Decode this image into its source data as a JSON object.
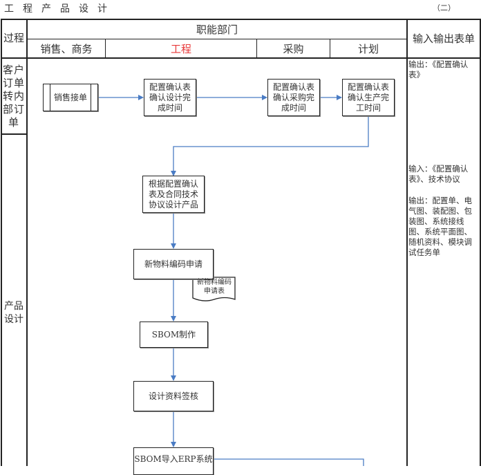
{
  "document": {
    "title": "工程产品设计",
    "page_marker": "（二）"
  },
  "table": {
    "process_header": "过程",
    "departments_header": "职能部门",
    "io_header": "输入输出表单",
    "departments": [
      {
        "label": "销售、商务",
        "highlight": false
      },
      {
        "label": "工程",
        "highlight": true,
        "color": "#e8393a"
      },
      {
        "label": "采购",
        "highlight": false
      },
      {
        "label": "计划",
        "highlight": false
      }
    ],
    "stages": [
      {
        "label": "客户订单转内部订单"
      },
      {
        "label": "产品设计"
      }
    ]
  },
  "flowchart": {
    "line_color": "#4a7cc4",
    "nodes": [
      {
        "id": "n1",
        "label": "销售接单",
        "shape": "predefined-process"
      },
      {
        "id": "n2",
        "label": "配置确认表确认设计完成时间",
        "shape": "process"
      },
      {
        "id": "n3",
        "label": "配置确认表确认采购完成时间",
        "shape": "process"
      },
      {
        "id": "n4",
        "label": "配置确认表确认生产完工时间",
        "shape": "process"
      },
      {
        "id": "n5",
        "label": "根据配置确认表及合同技术协议设计产品",
        "shape": "process"
      },
      {
        "id": "n6",
        "label": "新物料编码申请",
        "shape": "process"
      },
      {
        "id": "n6doc",
        "label": "新物料编码申请表",
        "shape": "document"
      },
      {
        "id": "n7",
        "label": "SBOM制作",
        "shape": "process"
      },
      {
        "id": "n8",
        "label": "设计资料签核",
        "shape": "process"
      },
      {
        "id": "n9",
        "label": "SBOM导入ERP系统",
        "shape": "process"
      }
    ],
    "edges": [
      {
        "from": "n1",
        "to": "n2"
      },
      {
        "from": "n2",
        "to": "n3"
      },
      {
        "from": "n3",
        "to": "n4"
      },
      {
        "from": "n4",
        "to": "n5"
      },
      {
        "from": "n5",
        "to": "n6"
      },
      {
        "from": "n6",
        "to": "n7"
      },
      {
        "from": "n7",
        "to": "n8"
      },
      {
        "from": "n8",
        "to": "n9"
      }
    ]
  },
  "io_notes": [
    {
      "stage": "客户订单转内部订单",
      "text": "输出：《配置确认表》"
    },
    {
      "stage": "产品设计",
      "input": "输入：《配置确认表》、技术协议",
      "output": "输出：配置单、电气图、装配图、包装图、系统接线图、系统平面图、随机资料、模块调试任务单"
    }
  ]
}
